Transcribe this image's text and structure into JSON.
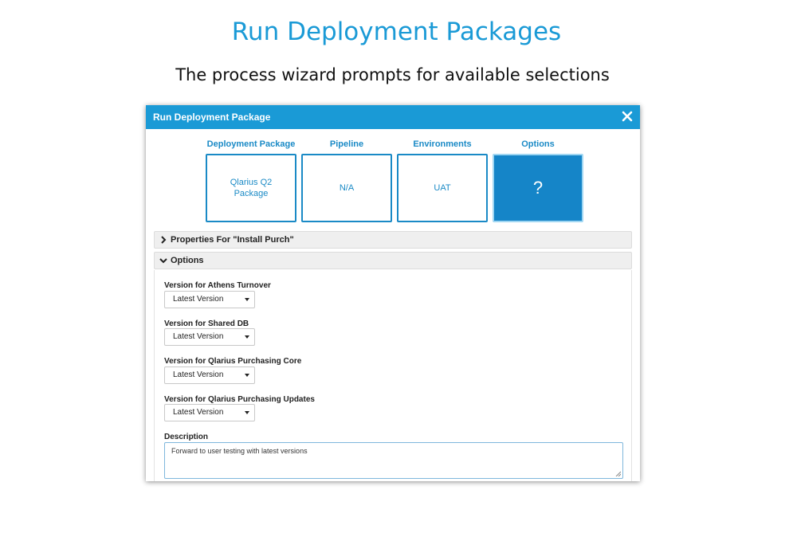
{
  "slide": {
    "title": "Run Deployment Packages",
    "subtitle": "The process wizard prompts for available selections"
  },
  "dialog": {
    "title": "Run Deployment Package",
    "close_icon": "close-icon",
    "accent_color": "#1a9ad6"
  },
  "steps": [
    {
      "label": "Deployment Package",
      "value": "Qlarius Q2 Package"
    },
    {
      "label": "Pipeline",
      "value": "N/A"
    },
    {
      "label": "Environments",
      "value": "UAT"
    },
    {
      "label": "Options",
      "value": "?"
    }
  ],
  "panels": {
    "properties_label": "Properties For \"Install Purch\"",
    "options_label": "Options"
  },
  "options": [
    {
      "label": "Version for Athens Turnover",
      "value": "Latest Version"
    },
    {
      "label": "Version for Shared DB",
      "value": "Latest Version"
    },
    {
      "label": "Version for Qlarius Purchasing Core",
      "value": "Latest Version"
    },
    {
      "label": "Version for Qlarius Purchasing Updates",
      "value": "Latest Version"
    }
  ],
  "description": {
    "label": "Description",
    "value": "Forward to user testing with latest versions"
  }
}
